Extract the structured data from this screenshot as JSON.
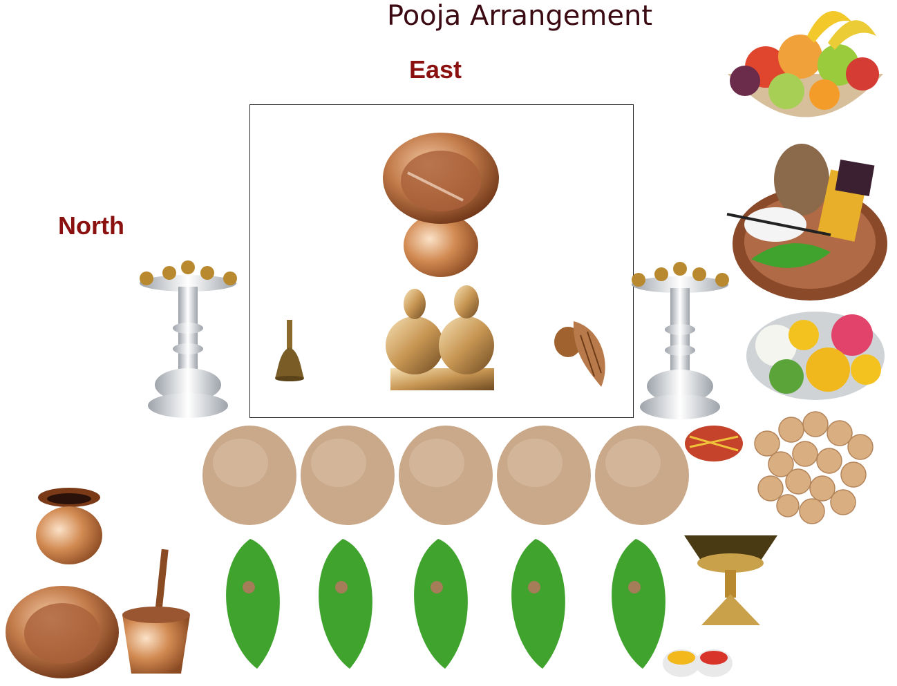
{
  "title": "Pooja Arrangement",
  "directions": {
    "east": "East",
    "north": "North"
  },
  "items": {
    "coconut_count": 5,
    "betel_leaf_count": 5
  },
  "colors": {
    "title": "#3b0a12",
    "direction_label": "#8b1010",
    "copper": "#b5652b",
    "silver": "#d9dadc",
    "brass": "#b8892e",
    "coconut": "#c9a98a",
    "leaf": "#3fa32e"
  }
}
